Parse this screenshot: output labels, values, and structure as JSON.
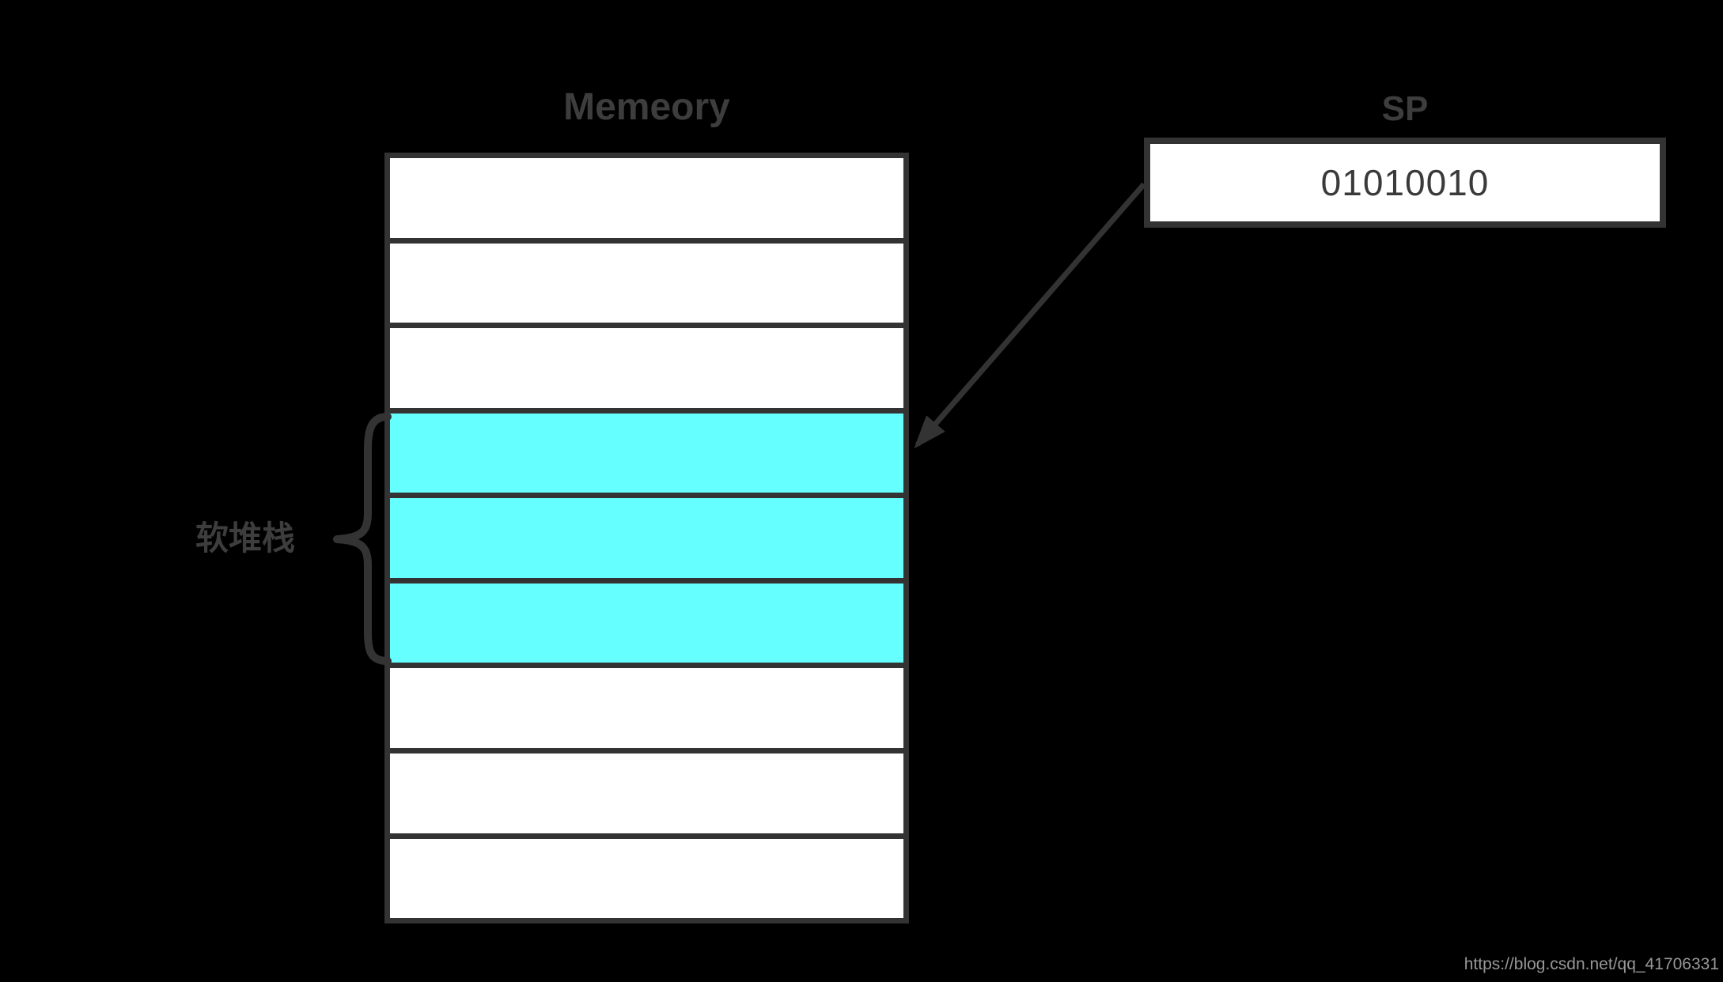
{
  "memory": {
    "title": "Memeory",
    "cells": [
      {
        "highlighted": false
      },
      {
        "highlighted": false
      },
      {
        "highlighted": false
      },
      {
        "highlighted": true
      },
      {
        "highlighted": true
      },
      {
        "highlighted": true
      },
      {
        "highlighted": false
      },
      {
        "highlighted": false
      },
      {
        "highlighted": false
      }
    ]
  },
  "stack_brace": {
    "label": "软堆栈"
  },
  "sp": {
    "label": "SP",
    "value": "01010010"
  },
  "watermark": "https://blog.csdn.net/qq_41706331",
  "colors": {
    "bg": "#000000",
    "border": "#333333",
    "cell": "#ffffff",
    "highlight": "#66ffff",
    "label": "#3d3d3d",
    "value": "#3a3a3a",
    "watermark": "#979797"
  }
}
